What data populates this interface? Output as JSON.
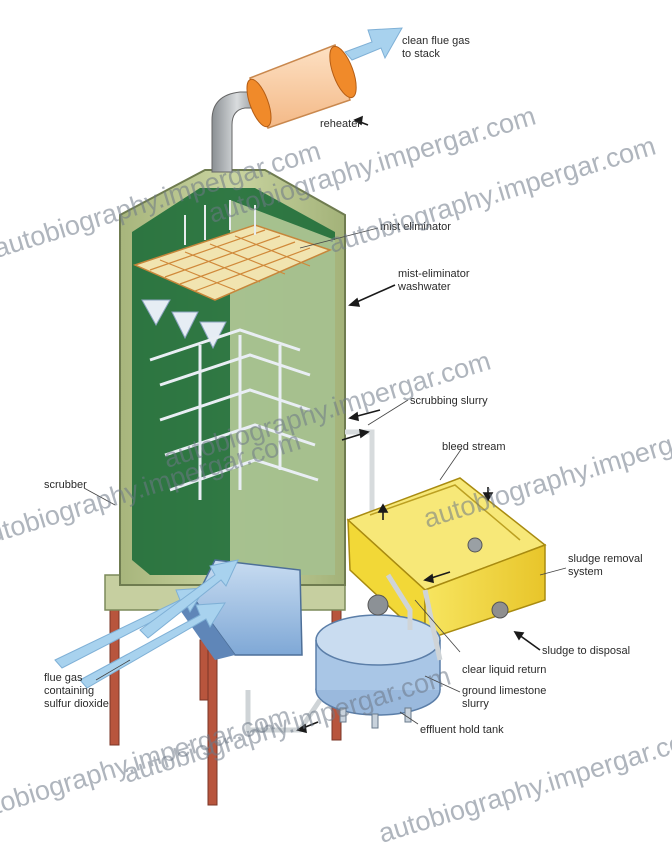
{
  "labels": {
    "clean_flue_gas_1": "clean flue gas",
    "clean_flue_gas_2": "to stack",
    "reheater": "reheater",
    "mist_eliminator": "mist eliminator",
    "washwater_1": "mist-eliminator",
    "washwater_2": "washwater",
    "scrubbing_slurry": "scrubbing slurry",
    "bleed_stream": "bleed stream",
    "scrubber": "scrubber",
    "sludge_removal_1": "sludge removal",
    "sludge_removal_2": "system",
    "sludge_to_disposal": "sludge to disposal",
    "clear_liquid_return": "clear liquid return",
    "ground_limestone_1": "ground limestone",
    "ground_limestone_2": "slurry",
    "flue_gas_1": "flue gas",
    "flue_gas_2": "containing",
    "flue_gas_3": "sulfur dioxide",
    "effluent_hold_tank": "effluent hold tank"
  },
  "watermark": "autobiography.impergar.com",
  "colors": {
    "tower_wall": "#b7c58f",
    "tower_green": "#1f6e3a",
    "tank_yellow": "#f2d837",
    "hold_tank_blue": "#a9c6e6",
    "flow_arrow": "#a8d2ee",
    "duct_orange": "#f08a2a",
    "leg_rust": "#b8553d"
  }
}
